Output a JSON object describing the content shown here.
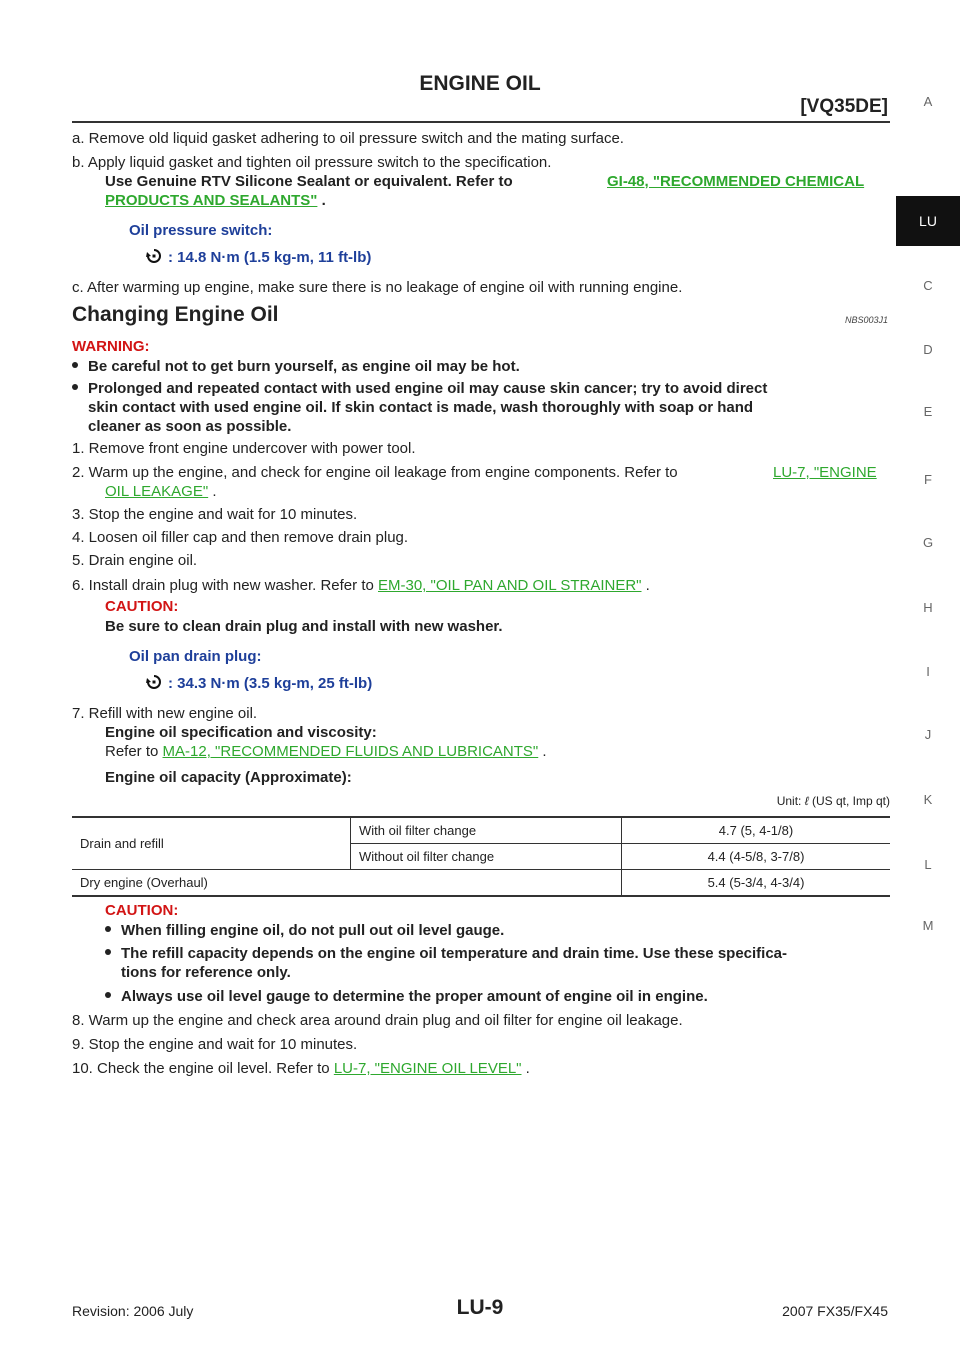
{
  "header": {
    "title": "ENGINE OIL",
    "subtitle": "[VQ35DE]"
  },
  "side_index": [
    "A",
    "LU",
    "C",
    "D",
    "E",
    "F",
    "G",
    "H",
    "I",
    "J",
    "K",
    "L",
    "M"
  ],
  "steps_top": {
    "a": "a. Remove old liquid gasket adhering to oil pressure switch and the mating surface.",
    "b_line1": "b. Apply liquid gasket and tighten oil pressure switch to the specification.",
    "b_line2": "Use Genuine RTV Silicone Sealant or equivalent. Refer to",
    "b_link1": "GI-48, \"RECOMMENDED CHEMICAL",
    "b_link2": "PRODUCTS AND SEALANTS\"",
    "b_tail": " .",
    "switch_label": "Oil pressure switch:",
    "switch_torque": ": 14.8 N·m (1.5 kg-m, 11 ft-lb)",
    "c": "c. After warming up engine, make sure there is no leakage of engine oil with running engine."
  },
  "section": {
    "title": "Changing Engine Oil",
    "code": "NBS003J1"
  },
  "warning": {
    "label": "WARNING:",
    "items": [
      "Be careful not to get burn yourself, as engine oil may be hot.",
      "Prolonged and repeated contact with used engine oil may cause skin cancer; try to avoid direct",
      "skin contact with used engine oil. If skin contact is made, wash thoroughly with soap or hand",
      "cleaner as soon as possible."
    ]
  },
  "steps": {
    "s1": "1. Remove front engine undercover with power tool.",
    "s2": "2. Warm up the engine, and check for engine oil leakage from engine components. Refer to",
    "s2_link1": "LU-7, \"ENGINE",
    "s2_link2": "OIL LEAKAGE\"",
    "s2_tail": " .",
    "s3": "3. Stop the engine and wait for 10 minutes.",
    "s4": "4. Loosen oil filler cap and then remove drain plug.",
    "s5": "5. Drain engine oil.",
    "s6": "6. Install drain plug with new washer. Refer to",
    "s6_link": "EM-30, \"OIL PAN AND OIL STRAINER\"",
    "s6_tail": " .",
    "caution1_label": "CAUTION:",
    "caution1_text": "Be sure to clean drain plug and install with new washer.",
    "plug_label": "Oil pan drain plug:",
    "plug_torque": ": 34.3 N·m (3.5 kg-m, 25 ft-lb)",
    "s7": "7. Refill with new engine oil.",
    "s7_bold": "Engine oil specification and viscosity:",
    "s7_refer": "Refer to",
    "s7_link": "MA-12, \"RECOMMENDED FLUIDS AND LUBRICANTS\"",
    "s7_tail": " .",
    "capacity_label": "Engine oil capacity (Approximate):",
    "unit_prefix": "Unit:",
    "unit_symbol": "ℓ",
    "unit_suffix": "(US qt, Imp qt)"
  },
  "capacity_table": {
    "drain_refill": "Drain and refill",
    "with_filter": "With oil filter change",
    "with_filter_val": "4.7 (5, 4-1/8)",
    "without_filter": "Without oil filter change",
    "without_filter_val": "4.4 (4-5/8, 3-7/8)",
    "dry": "Dry engine (Overhaul)",
    "dry_val": "5.4 (5-3/4, 4-3/4)"
  },
  "caution2": {
    "label": "CAUTION:",
    "items": [
      "When filling engine oil, do not pull out oil level gauge.",
      "The refill capacity depends on the engine oil temperature and drain time. Use these specifica-",
      "tions for reference only.",
      "Always use oil level gauge to determine the proper amount of engine oil in engine."
    ]
  },
  "steps_end": {
    "s8": "8. Warm up the engine and check area around drain plug and oil filter for engine oil leakage.",
    "s9": "9. Stop the engine and wait for 10 minutes.",
    "s10": "10. Check the engine oil level. Refer to",
    "s10_link": "LU-7, \"ENGINE OIL LEVEL\"",
    "s10_tail": " ."
  },
  "footer": {
    "revision": "Revision: 2006 July",
    "page": "LU-9",
    "model": "2007 FX35/FX45"
  }
}
